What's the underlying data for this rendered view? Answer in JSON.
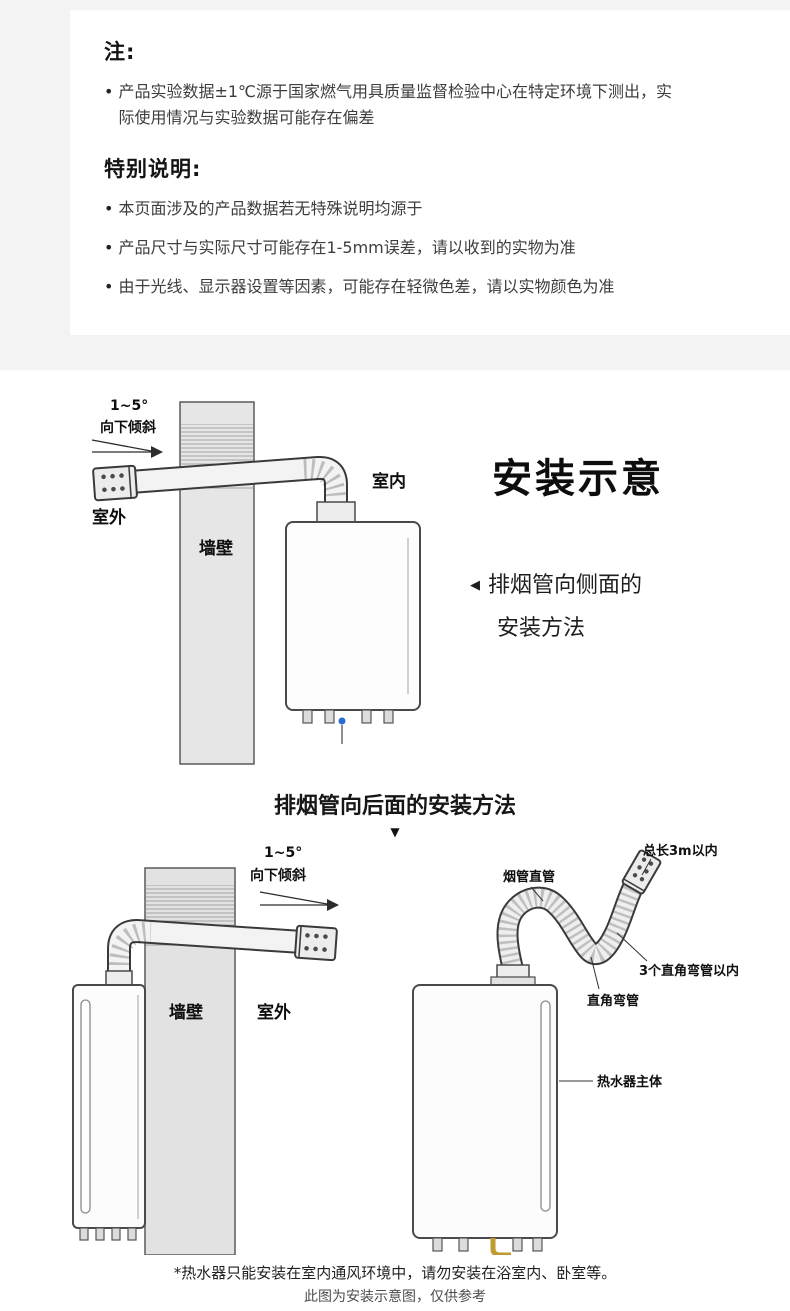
{
  "notes": {
    "title": "注:",
    "bullet_char": "•",
    "note_bullet": "产品实验数据±1℃源于国家燃气用具质量监督检验中心在特定环境下测出，实际使用情况与实验数据可能存在偏差",
    "special_title": "特别说明:",
    "special_bullets": [
      "本页面涉及的产品数据若无特殊说明均源于",
      "产品尺寸与实际尺寸可能存在1-5mm误差，请以收到的实物为准",
      "由于光线、显示器设置等因素，可能存在轻微色差，请以实物颜色为准"
    ]
  },
  "install": {
    "title": "安装示意",
    "side_method": {
      "arrow": "◀",
      "line1": "排烟管向侧面的",
      "line2": "安装方法"
    },
    "rear_method_title": "排烟管向后面的安装方法",
    "down_arrow": "▼",
    "labels": {
      "tilt_deg": "1~5°",
      "tilt_dir": "向下倾斜",
      "outdoor": "室外",
      "indoor": "室内",
      "wall": "墙壁",
      "straight_pipe": "烟管直管",
      "total_length": "总长3m以内",
      "max_bends": "3个直角弯管以内",
      "right_angle_bend": "直角弯管",
      "heater_body": "热水器主体"
    },
    "footnote1": "*热水器只能安装在室内通风环境中，请勿安装在浴室内、卧室等。",
    "footnote2": "此图为安装示意图，仅供参考"
  },
  "colors": {
    "wall_fill": "#e4e4e4",
    "outline": "#3a3a3a",
    "blue_dot": "#2a6bd4",
    "brass": "#bf9b30"
  }
}
